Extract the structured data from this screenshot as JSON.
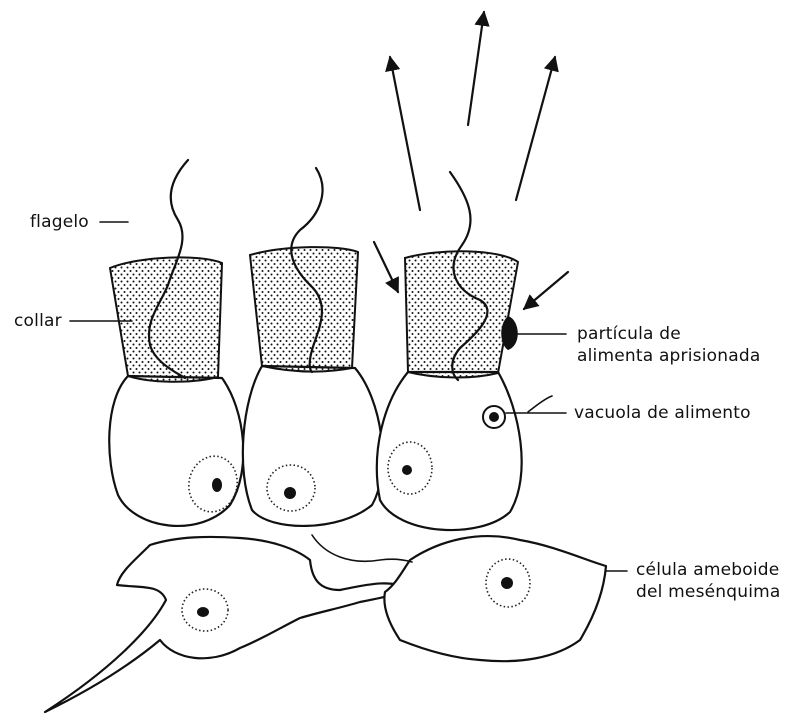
{
  "labels": {
    "flagelo": "flagelo",
    "collar": "collar",
    "particula_line1": "partícula de",
    "particula_line2": "alimenta aprisionada",
    "vacuola": "vacuola de alimento",
    "celula_line1": "célula ameboide",
    "celula_line2": "del mesénquima"
  },
  "colors": {
    "ink": "#111111",
    "background": "#ffffff"
  }
}
